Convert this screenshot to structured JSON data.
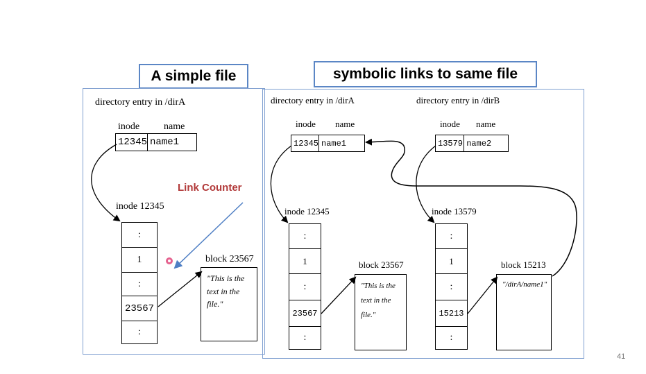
{
  "titles": {
    "simple": "A simple file",
    "symbolic": "symbolic links to same file"
  },
  "annotation": "Link Counter",
  "page_number": "41",
  "left": {
    "dir_caption": "directory entry in /dirA",
    "col_inode": "inode",
    "col_name": "name",
    "entry_inode": "12345",
    "entry_name": "name1",
    "inode_label": "inode 12345",
    "cells": [
      ":",
      "1",
      ":",
      "23567",
      ":"
    ],
    "block_label": "block 23567",
    "block_text": "\"This is the text in the file.\""
  },
  "right_a": {
    "dir_caption": "directory entry in /dirA",
    "col_inode": "inode",
    "col_name": "name",
    "entry_inode": "12345",
    "entry_name": "name1",
    "inode_label": "inode 12345",
    "cells": [
      ":",
      "1",
      ":",
      "23567",
      ":"
    ],
    "block_label": "block 23567",
    "block_text": "\"This is the text in the file.\""
  },
  "right_b": {
    "dir_caption": "directory entry in /dirB",
    "col_inode": "inode",
    "col_name": "name",
    "entry_inode": "13579",
    "entry_name": "name2",
    "inode_label": "inode 13579",
    "cells": [
      ":",
      "1",
      ":",
      "15213",
      ":"
    ],
    "block_label": "block 15213",
    "block_text": "\"/dirA/name1\""
  },
  "colors": {
    "panel_border": "#7f9fd0",
    "annotation": "#b23a3a",
    "pointer_arrow": "#4f7fc4",
    "cursor": "#e0457a"
  }
}
